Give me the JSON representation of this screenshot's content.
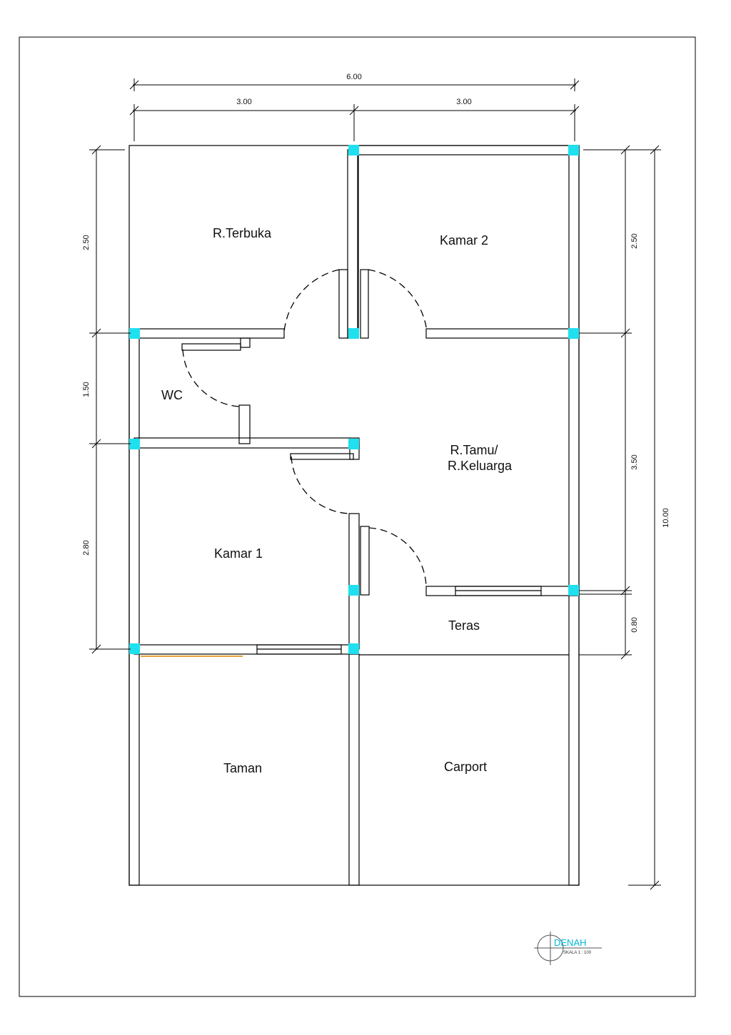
{
  "plan": {
    "rooms": {
      "terbuka": "R.Terbuka",
      "kamar2": "Kamar 2",
      "wc": "WC",
      "tamu_line1": "R.Tamu/",
      "tamu_line2": "R.Keluarga",
      "kamar1": "Kamar 1",
      "teras": "Teras",
      "taman": "Taman",
      "carport": "Carport"
    },
    "dimensions": {
      "top_total": "6.00",
      "top_left": "3.00",
      "top_right": "3.00",
      "left_1": "2.50",
      "left_2": "1.50",
      "left_3": "2.80",
      "right_1": "2.50",
      "right_2": "3.50",
      "right_3": "0.80",
      "right_total": "10.00"
    },
    "title_block": {
      "title": "DENAH",
      "scale": "SKALA 1 : 100"
    },
    "colors": {
      "column": "#1fe0ee",
      "wall": "#000000",
      "accent": "#e8a13a",
      "title": "#00b7d6"
    }
  }
}
